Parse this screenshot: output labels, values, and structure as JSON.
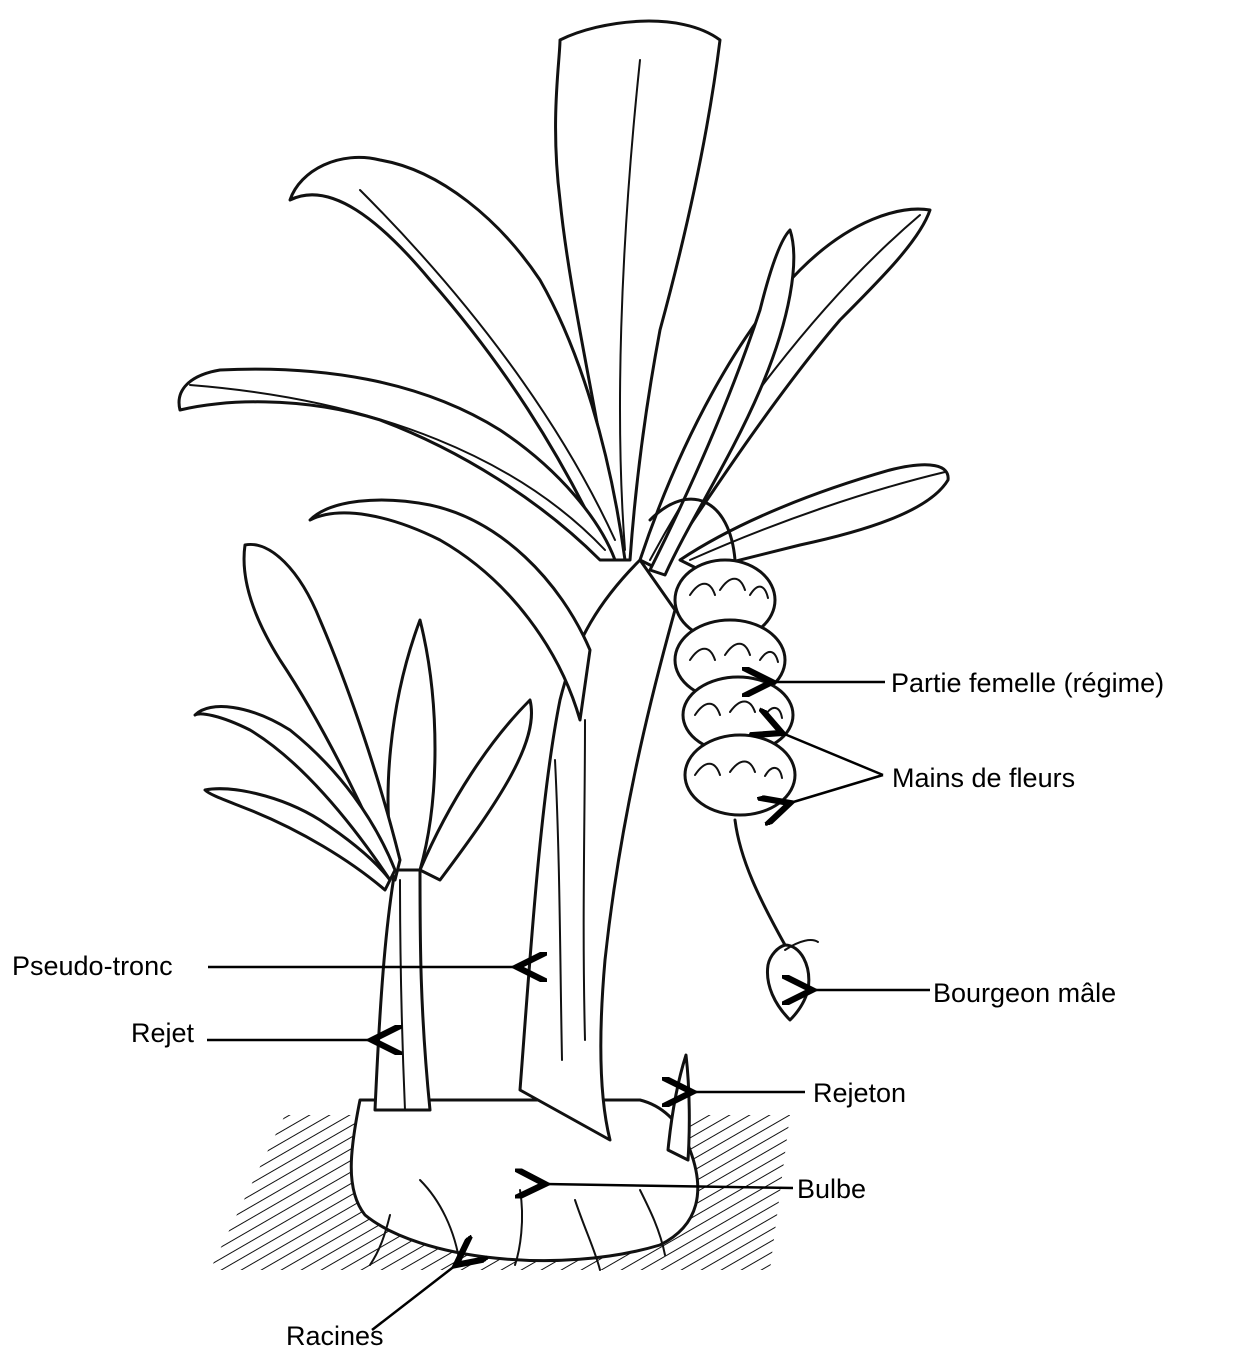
{
  "diagram": {
    "labels": {
      "partie_femelle": "Partie femelle (régime)",
      "mains_de_fleurs": "Mains de fleurs",
      "pseudo_tronc": "Pseudo-tronc",
      "bourgeon_male": "Bourgeon mâle",
      "rejet": "Rejet",
      "rejeton": "Rejeton",
      "bulbe": "Bulbe",
      "racines": "Racines"
    },
    "colors": {
      "ink": "#111111",
      "background": "#ffffff"
    }
  }
}
